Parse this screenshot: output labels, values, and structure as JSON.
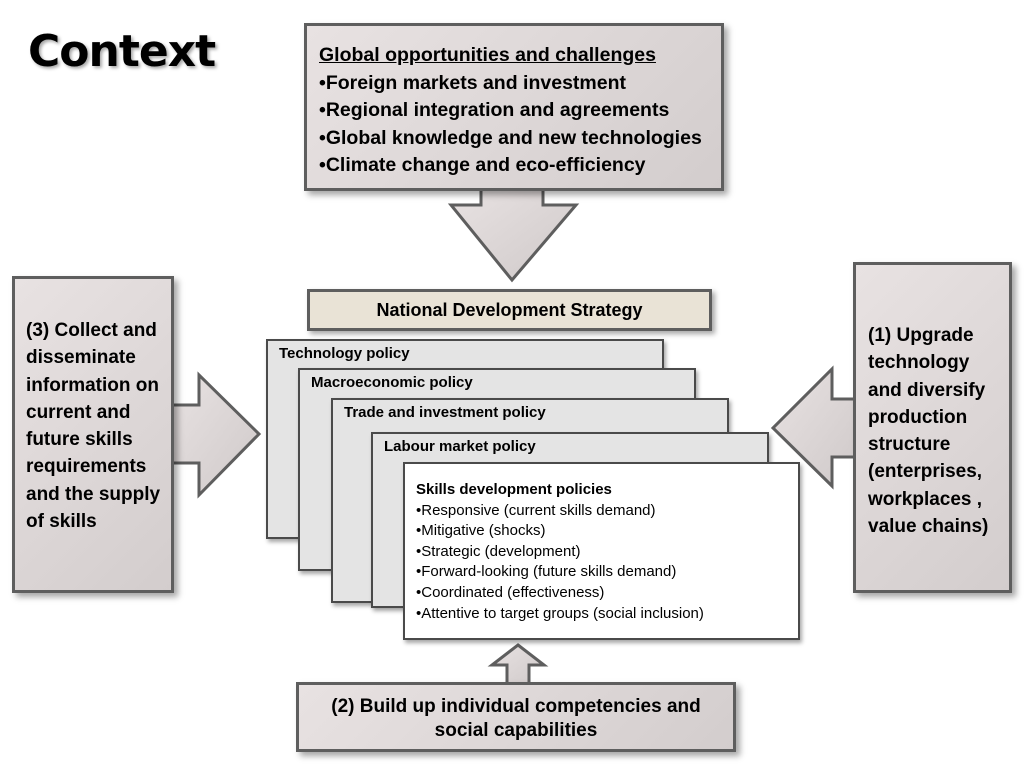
{
  "title": "Context",
  "top_box": {
    "heading": "Global opportunities and challenges",
    "items": [
      "•Foreign markets and investment",
      "•Regional integration and agreements",
      "•Global knowledge and new technologies",
      "•Climate change and eco-efficiency"
    ]
  },
  "left_box": {
    "text": "(3) Collect and disseminate information on current and future skills requirements and the supply of skills"
  },
  "right_box": {
    "text": "(1) Upgrade technology and diversify production structure (enterprises, workplaces , value chains)"
  },
  "bottom_box": {
    "text": "(2) Build up individual competencies and social capabilities"
  },
  "nds": {
    "label": "National Development Strategy"
  },
  "policies": [
    "Technology policy",
    "Macroeconomic policy",
    "Trade and investment policy",
    "Labour market policy"
  ],
  "skills": {
    "heading": "Skills development policies",
    "items": [
      "•Responsive (current skills demand)",
      "•Mitigative (shocks)",
      "•Strategic (development)",
      "•Forward-looking (future skills demand)",
      "•Coordinated (effectiveness)",
      "•Attentive to target groups (social inclusion)"
    ]
  }
}
